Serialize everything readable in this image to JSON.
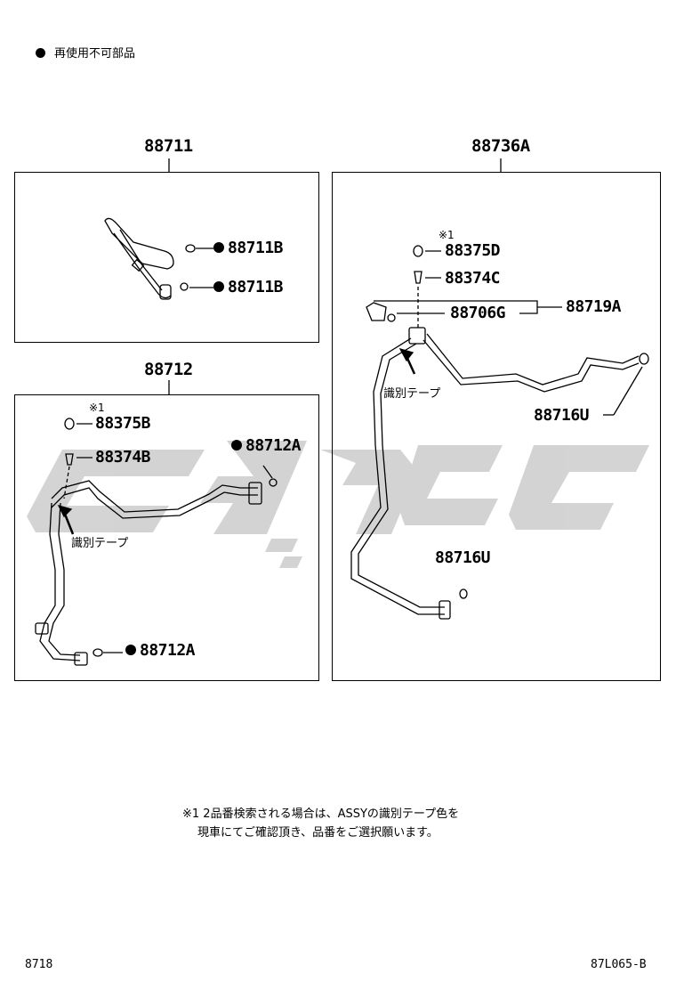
{
  "legend": {
    "bullet_meaning": "再使用不可部品"
  },
  "assemblies": {
    "a88711": {
      "title": "88711",
      "parts": [
        {
          "number": "88711B"
        },
        {
          "number": "88711B"
        }
      ]
    },
    "a88712": {
      "title": "88712",
      "note_mark": "※1",
      "parts": [
        {
          "number": "88375B"
        },
        {
          "number": "88374B"
        },
        {
          "number": "88712A"
        },
        {
          "number": "88712A"
        }
      ],
      "tape_label": "識別テープ"
    },
    "a88736A": {
      "title": "88736A",
      "note_mark": "※1",
      "parts": [
        {
          "number": "88375D"
        },
        {
          "number": "88374C"
        },
        {
          "number": "88706G"
        },
        {
          "number": "88719A"
        },
        {
          "number": "88716U"
        },
        {
          "number": "88716U"
        }
      ],
      "tape_label": "識別テープ"
    }
  },
  "footnote": {
    "line1": "※1 2品番検索される場合は、ASSYの識別テープ色を",
    "line2": "現車にてご確認頂き、品番をご選択願います。"
  },
  "footer": {
    "left": "8718",
    "right": "87L065-B"
  },
  "colors": {
    "watermark": "#c8c8c8",
    "line": "#000000"
  }
}
